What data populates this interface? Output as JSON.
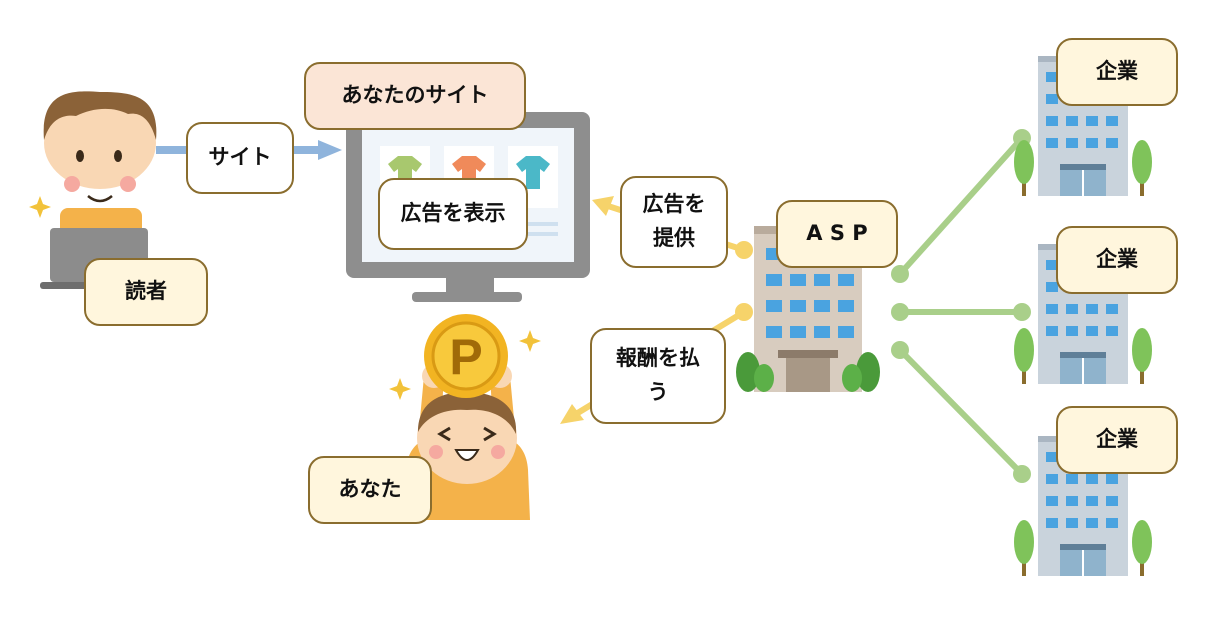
{
  "labels": {
    "reader": "読者",
    "site_arrow": "サイト",
    "your_site": "あなたのサイト",
    "show_ad": "広告を表示",
    "provide_ad_1": "広告を",
    "provide_ad_2": "提供",
    "asp": "A S P",
    "pay_reward_1": "報酬を払",
    "pay_reward_2": "う",
    "you": "あなた",
    "company_1": "企業",
    "company_2": "企業",
    "company_3": "企業"
  },
  "icons": [
    "reader-with-laptop-icon",
    "monitor-with-shirts-icon",
    "coin-p-icon",
    "person-raising-coin-icon",
    "asp-office-building-icon",
    "company-building-icon"
  ],
  "coin_letter": "P",
  "colors": {
    "label_border": "#8a6d2e",
    "label_cream": "#fff6dd",
    "label_peach": "#fbe5d6",
    "arrow_blue": "#8fb4dc",
    "arrow_yellow": "#f6d36a",
    "connector_green": "#a9cf8a",
    "coin_gold": "#f2b422"
  }
}
